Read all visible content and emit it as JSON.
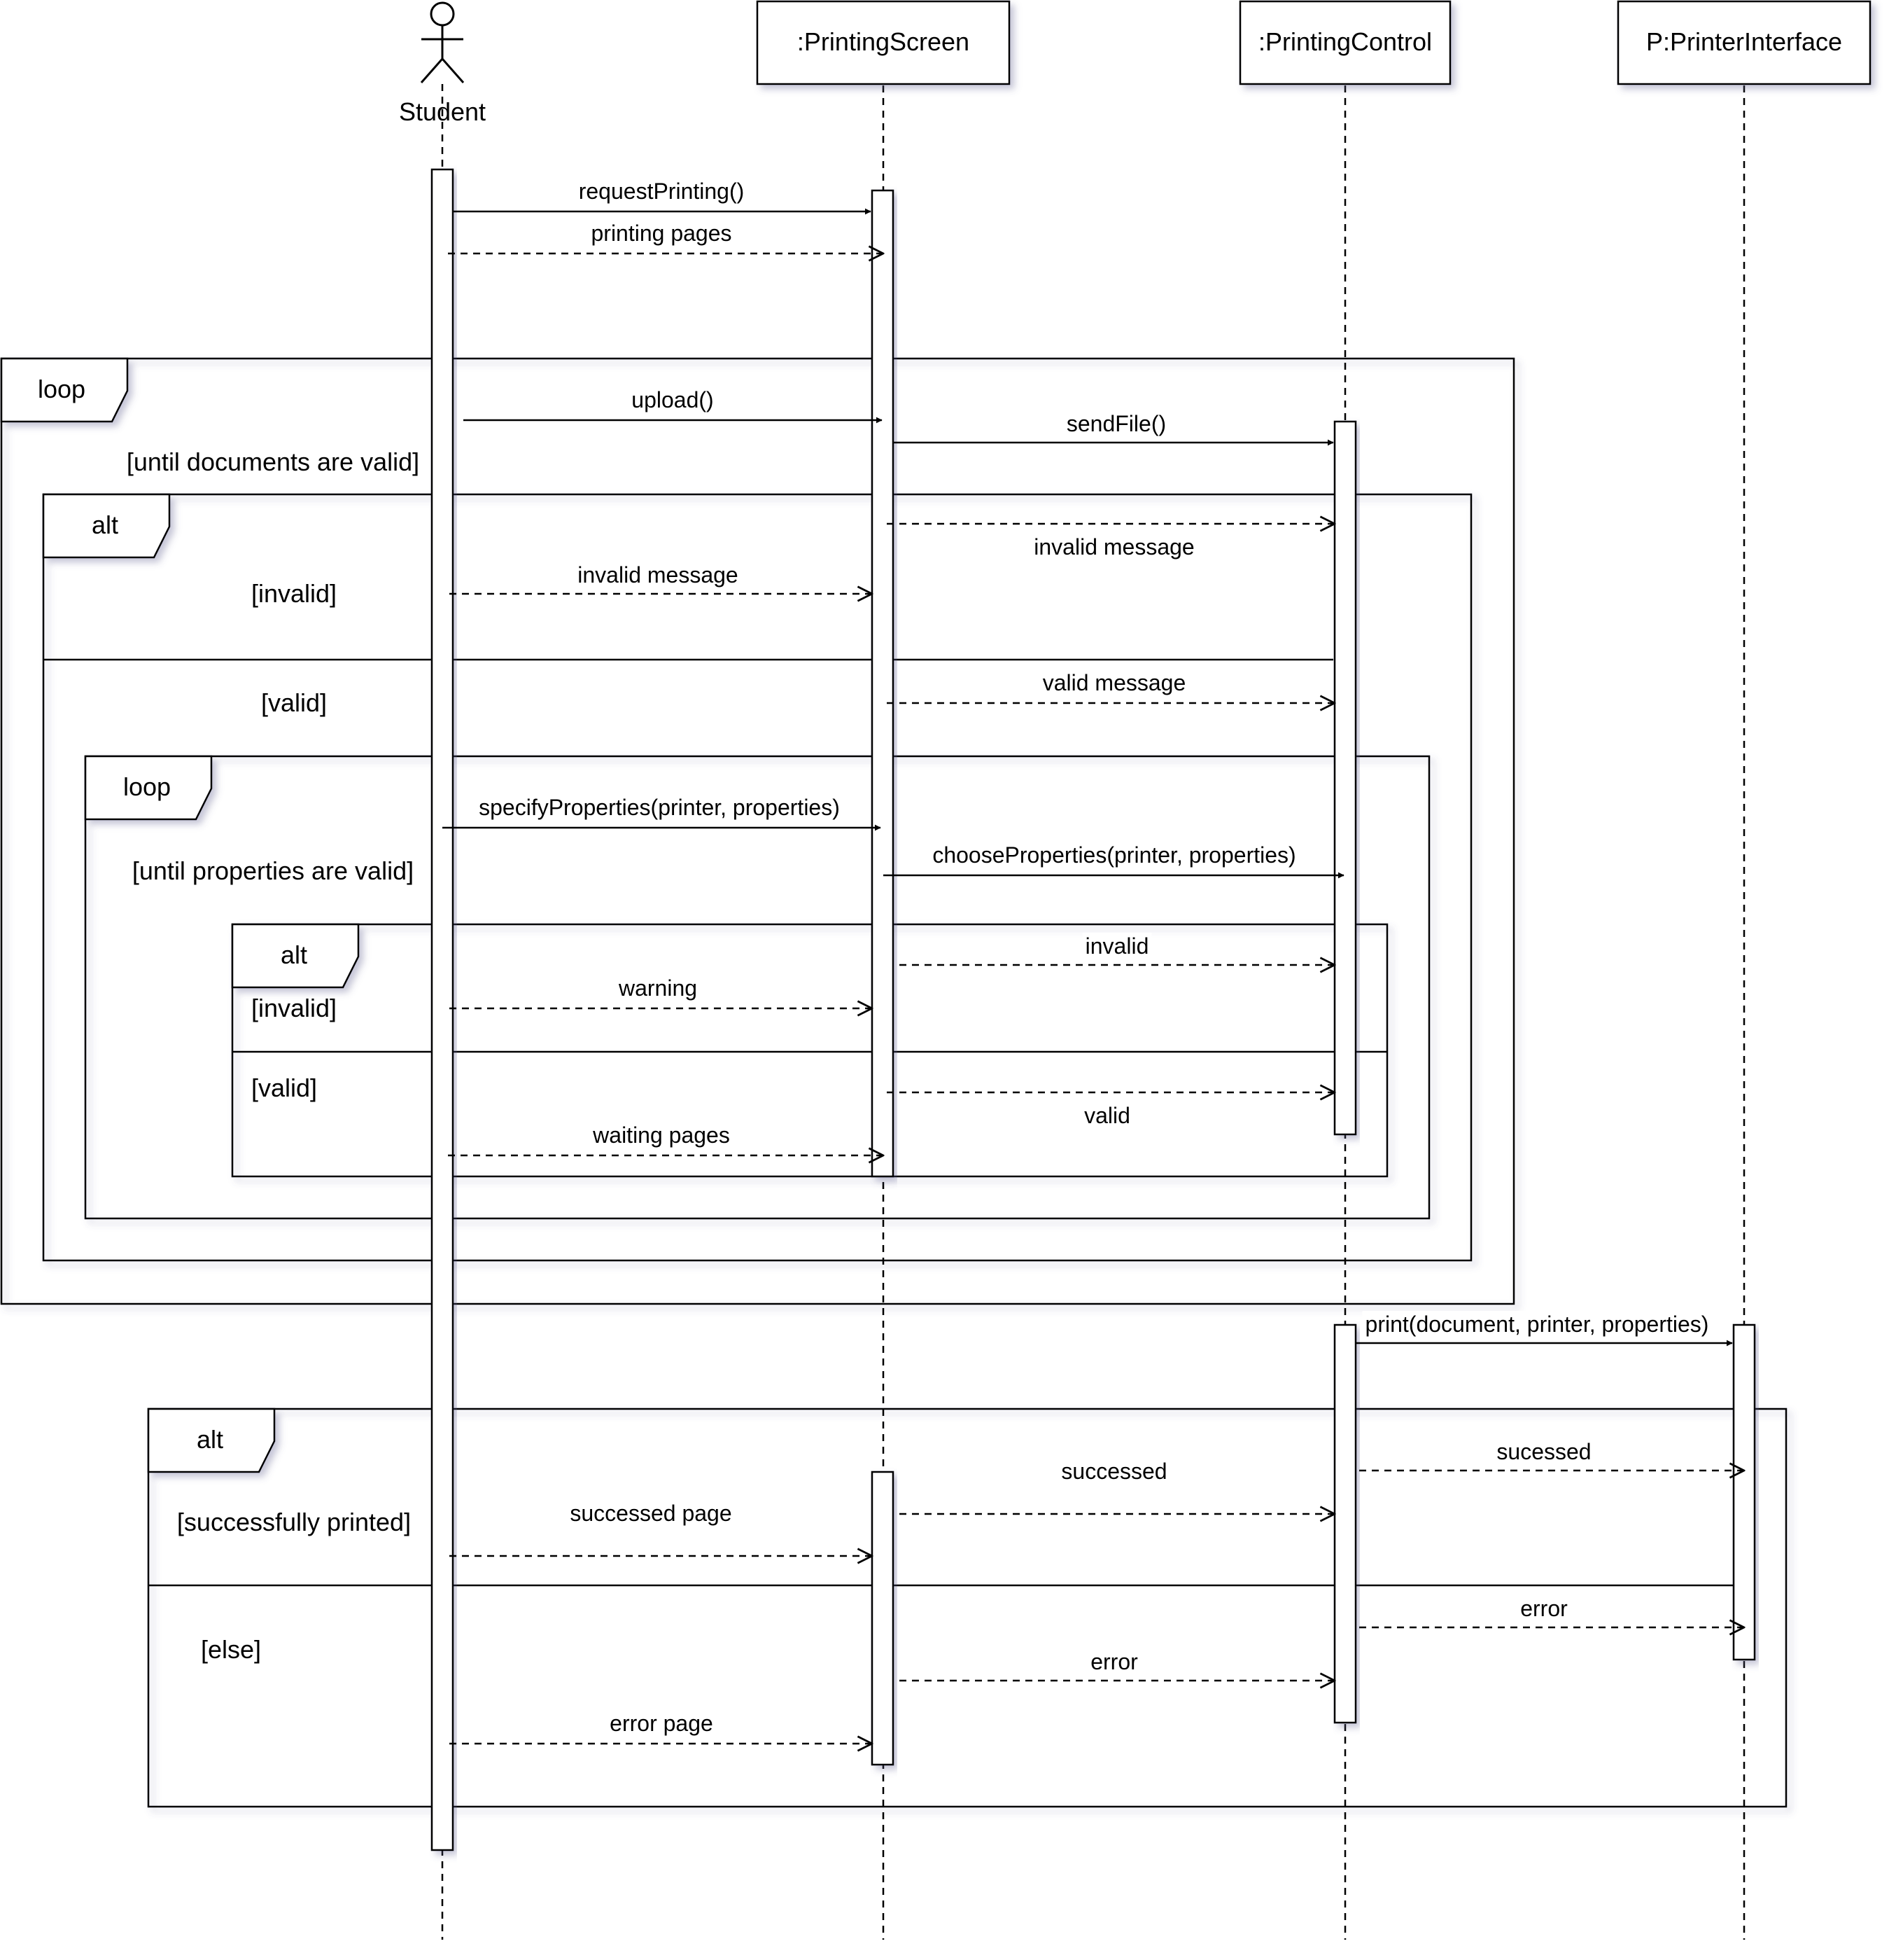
{
  "participants": {
    "student": "Student",
    "screen": ":PrintingScreen",
    "control": ":PrintingControl",
    "printer": "P:PrinterInterface"
  },
  "frames": {
    "loop_outer": {
      "keyword": "loop",
      "guard": "[until documents are valid]"
    },
    "alt_outer": {
      "keyword": "alt",
      "guard_invalid": "[invalid]",
      "guard_valid": "[valid]"
    },
    "loop_inner": {
      "keyword": "loop",
      "guard": "[until properties are valid]"
    },
    "alt_inner": {
      "keyword": "alt",
      "guard_invalid": "[invalid]",
      "guard_valid": "[valid]"
    },
    "alt_print": {
      "keyword": "alt",
      "guard_success": "[successfully printed]",
      "guard_else": "[else]"
    }
  },
  "messages": {
    "request_printing": "requestPrinting()",
    "printing_pages": "printing pages",
    "upload": "upload()",
    "send_file": "sendFile()",
    "invalid_message_ctrl": "invalid message",
    "invalid_message_student": "invalid message",
    "valid_message": "valid message",
    "specify_properties": "specifyProperties(printer, properties)",
    "choose_properties": "chooseProperties(printer, properties)",
    "invalid": "invalid",
    "warning": "warning",
    "valid": "valid",
    "waiting_pages": "waiting pages",
    "print": "print(document, printer, properties)",
    "sucessed": "sucessed",
    "successed": "successed",
    "successed_page": "successed page",
    "error_printer": "error",
    "error_control": "error",
    "error_page": "error page"
  }
}
